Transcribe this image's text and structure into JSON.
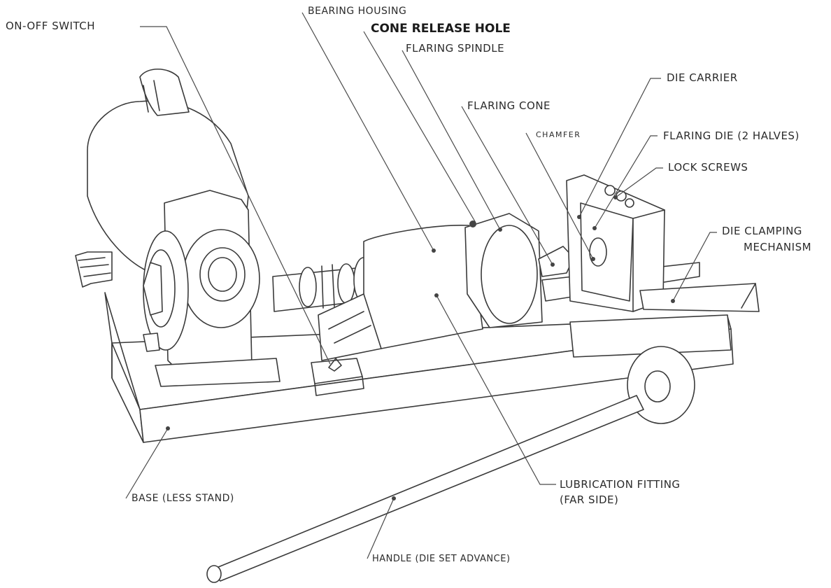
{
  "labels": {
    "on_off_switch": "ON-OFF SWITCH",
    "bearing_housing": "BEARING HOUSING",
    "cone_release_hole": "CONE RELEASE HOLE",
    "flaring_spindle": "FLARING SPINDLE",
    "flaring_cone": "FLARING CONE",
    "chamfer": "CHAMFER",
    "die_carrier": "DIE CARRIER",
    "flaring_die": "FLARING DIE (2 HALVES)",
    "lock_screws": "LOCK SCREWS",
    "die_clamping_line1": "DIE CLAMPING",
    "die_clamping_line2": "MECHANISM",
    "base": "BASE (LESS STAND)",
    "lubrication_line1": "LUBRICATION FITTING",
    "lubrication_line2": "(FAR SIDE)",
    "handle": "HANDLE (DIE SET ADVANCE)"
  },
  "colors": {
    "ink": "#3a3a3a",
    "paper": "#ffffff"
  }
}
